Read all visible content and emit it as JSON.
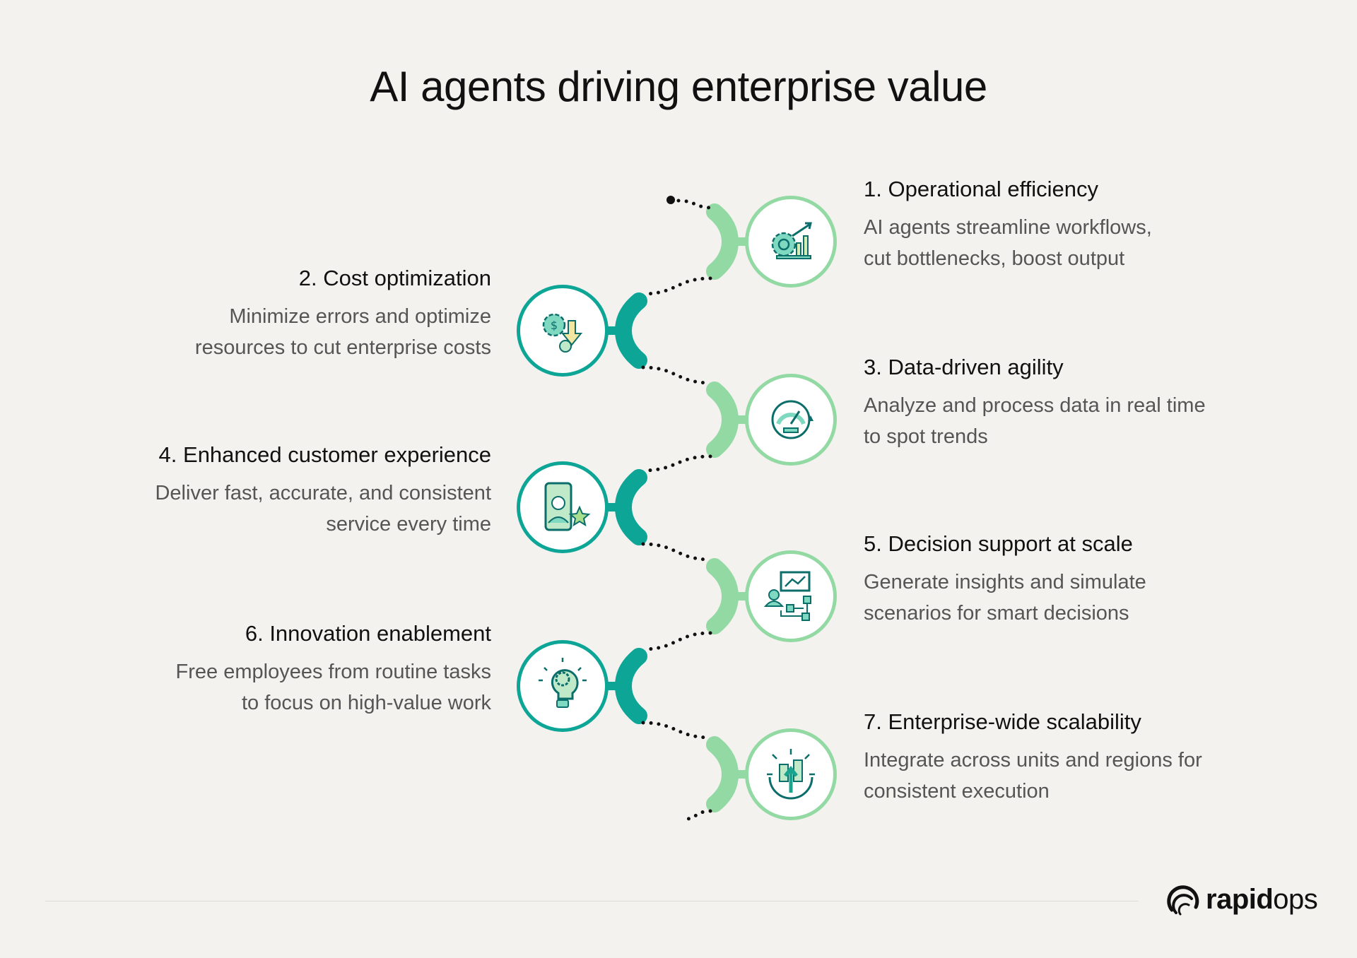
{
  "title": "AI agents driving enterprise value",
  "colors": {
    "light_green": "#93d9a3",
    "teal": "#0ca596",
    "icon_dark": "#0b6e6a"
  },
  "items": [
    {
      "num": "1.",
      "title": "Operational efficiency",
      "desc": [
        "AI agents streamline workflows,",
        "cut bottlenecks, boost output"
      ],
      "side": "right",
      "icon": "gear-chart-icon"
    },
    {
      "num": "2.",
      "title": "Cost optimization",
      "desc": [
        "Minimize errors and optimize",
        "resources to cut enterprise costs"
      ],
      "side": "left",
      "icon": "gear-dollar-down-icon"
    },
    {
      "num": "3.",
      "title": "Data-driven agility",
      "desc": [
        "Analyze and process data in real time",
        "to spot trends"
      ],
      "side": "right",
      "icon": "speedometer-icon"
    },
    {
      "num": "4.",
      "title": "Enhanced customer experience",
      "desc": [
        "Deliver fast, accurate, and consistent",
        "service every time"
      ],
      "side": "left",
      "icon": "phone-support-star-icon"
    },
    {
      "num": "5.",
      "title": "Decision support at scale",
      "desc": [
        "Generate insights and simulate",
        "scenarios for smart decisions"
      ],
      "side": "right",
      "icon": "presentation-flowchart-icon"
    },
    {
      "num": "6.",
      "title": "Innovation enablement",
      "desc": [
        "Free employees from routine tasks",
        "to focus on high-value work"
      ],
      "side": "left",
      "icon": "lightbulb-gear-icon"
    },
    {
      "num": "7.",
      "title": "Enterprise-wide scalability",
      "desc": [
        "Integrate across units and regions for",
        "consistent execution"
      ],
      "side": "right",
      "icon": "buildings-expand-icon"
    }
  ],
  "logo": {
    "bold": "rapid",
    "light": "ops"
  }
}
